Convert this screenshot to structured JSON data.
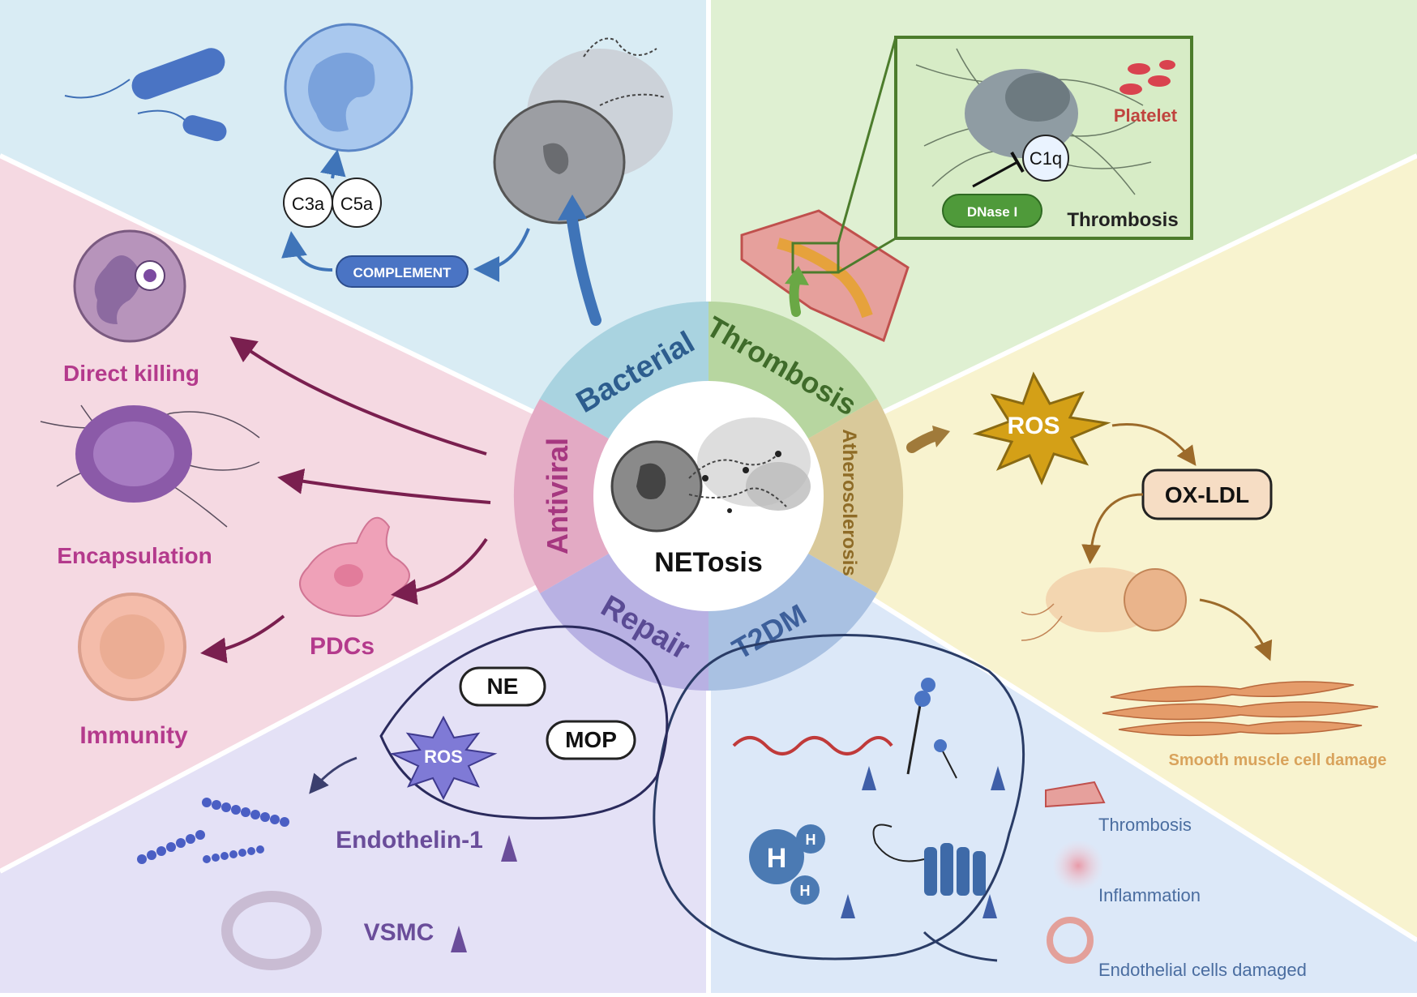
{
  "center": {
    "label": "NETosis"
  },
  "sectors": {
    "bacterial": "Bacterial",
    "thrombosis": "Thrombosis",
    "atherosclerosis": "Atherosclerosis",
    "t2dm": "T2DM",
    "repair": "Repair",
    "antiviral": "Antiviral"
  },
  "bacterial_panel": {
    "c3a": "C3a",
    "c5a": "C5a",
    "complement": "COMPLEMENT"
  },
  "thrombosis_panel": {
    "platelet": "Platelet",
    "c1q": "C1q",
    "dnase": "DNase I",
    "thrombosis": "Thrombosis"
  },
  "athero_panel": {
    "ros": "ROS",
    "oxldl": "OX-LDL",
    "smooth_muscle": "Smooth muscle cell damage"
  },
  "t2dm_panel": {
    "h_big": "H",
    "h_small_1": "H",
    "h_small_2": "H",
    "thrombosis": "Thrombosis",
    "inflammation": "Inflammation",
    "endothelial": "Endothelial cells damaged"
  },
  "repair_panel": {
    "ne": "NE",
    "mop": "MOP",
    "ros": "ROS",
    "endothelin": "Endothelin-1",
    "vsmc": "VSMC"
  },
  "antiviral_panel": {
    "direct_killing": "Direct killing",
    "encapsulation": "Encapsulation",
    "pdcs": "PDCs",
    "immunity": "Immunity"
  },
  "colors": {
    "bacterial_bg": "#d9ecf4",
    "thrombosis_bg": "#dff0d2",
    "athero_bg": "#f8f3cf",
    "t2dm_bg": "#dce8f8",
    "repair_bg": "#e4e1f6",
    "antiviral_bg": "#f5d9e2",
    "antiviral_text": "#b43a8c",
    "repair_text": "#6a4d9a",
    "athero_accent": "#9c7a2c",
    "thrombosis_accent": "#3f6b2a",
    "bacterial_accent": "#2c5e8e"
  }
}
